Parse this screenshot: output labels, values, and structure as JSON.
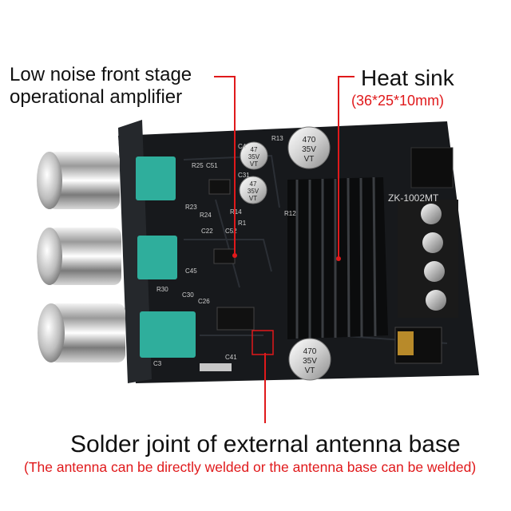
{
  "annotations": {
    "opamp_line1": "Low noise front stage",
    "opamp_line2": "operational amplifier",
    "heatsink_title": "Heat sink",
    "heatsink_size": "(36*25*10mm)",
    "antenna_title": "Solder joint of external antenna base",
    "antenna_note": "(The antenna can be directly welded or the antenna base can be welded)"
  },
  "board_markings": {
    "model": "ZK-1002MT",
    "cap_large_1": [
      "470",
      "35V",
      "VT"
    ],
    "cap_large_2": [
      "470",
      "35V",
      "VT"
    ],
    "cap_small_1": [
      "47",
      "35V",
      "VT"
    ],
    "cap_small_2": [
      "47",
      "35V",
      "VT"
    ],
    "silk": [
      "R25",
      "C51",
      "C31",
      "R23",
      "R24",
      "C22",
      "C52",
      "C45",
      "R30",
      "C30",
      "C26",
      "C41",
      "C3",
      "R13",
      "C4",
      "R12",
      "R14",
      "R1"
    ]
  },
  "colors": {
    "accent_red": "#e0191b",
    "pcb": "#17191c",
    "heatsink": "#0b0c0d",
    "potentiometer": "#2fae9c",
    "text": "#111111"
  }
}
